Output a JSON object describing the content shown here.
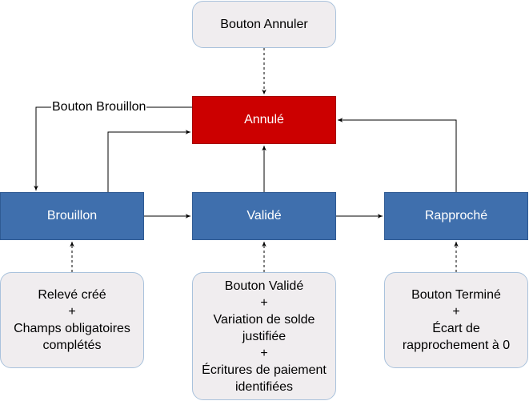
{
  "nodes": {
    "annuler_note": {
      "lines": [
        "Bouton Annuler"
      ]
    },
    "annule": {
      "label": "Annulé"
    },
    "brouillon": {
      "label": "Brouillon"
    },
    "valide": {
      "label": "Validé"
    },
    "rapproche": {
      "label": "Rapproché"
    },
    "brouillon_note": {
      "lines": [
        "Relevé créé",
        "+",
        "Champs obligatoires",
        "complétés"
      ]
    },
    "valide_note": {
      "lines": [
        "Bouton Validé",
        "+",
        "Variation de solde",
        "justifiée",
        "+",
        "Écritures de paiement",
        "identifiées"
      ]
    },
    "rapproche_note": {
      "lines": [
        "Bouton Terminé",
        "+",
        "Écart de",
        "rapprochement à 0"
      ]
    }
  },
  "edges": {
    "annule_to_brouillon": {
      "label": "Bouton Brouillon"
    }
  },
  "colors": {
    "state_fill": "#3f6fad",
    "cancel_fill": "#cc0000",
    "note_fill": "#f0edef",
    "note_border": "#a9c2dc",
    "edge": "#000000"
  }
}
